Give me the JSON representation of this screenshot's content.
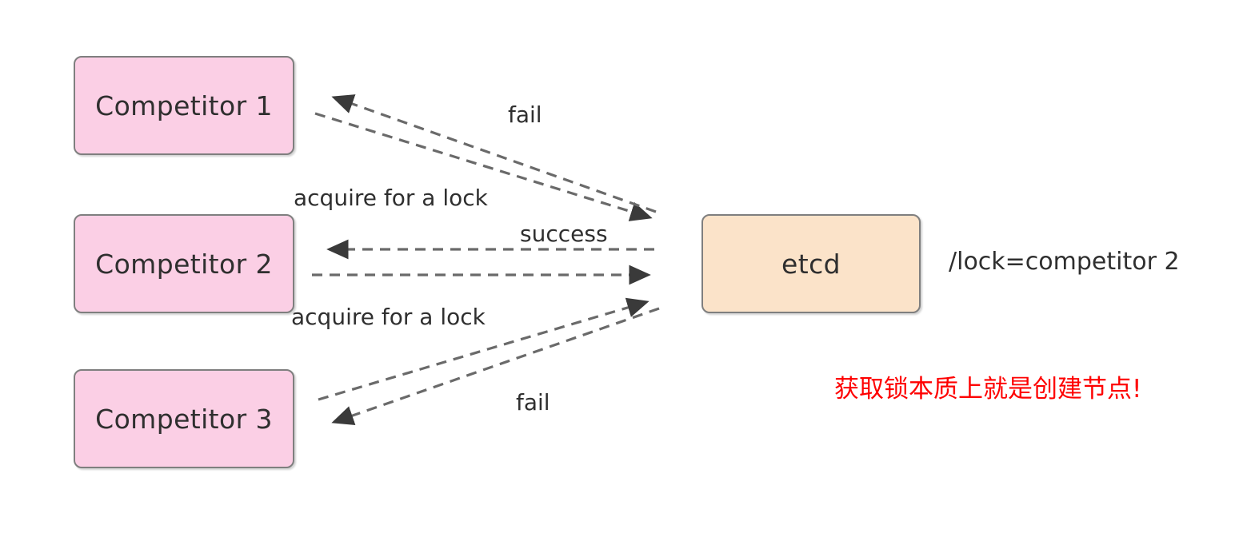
{
  "diagram": {
    "title": "etcd distributed lock acquisition",
    "background": "#ffffff",
    "nodes": [
      {
        "id": "competitor-1",
        "label": "Competitor 1",
        "fill": "#fbcfe5",
        "stroke": "#7f7f7f"
      },
      {
        "id": "competitor-2",
        "label": "Competitor 2",
        "fill": "#fbcfe5",
        "stroke": "#7f7f7f"
      },
      {
        "id": "competitor-3",
        "label": "Competitor 3",
        "fill": "#fbcfe5",
        "stroke": "#7f7f7f"
      },
      {
        "id": "etcd",
        "label": "etcd",
        "fill": "#fbe3c9",
        "stroke": "#7f7f7f"
      }
    ],
    "edges": [
      {
        "id": "c1-request",
        "from": "competitor-1",
        "to": "etcd",
        "label": "",
        "style": "dashed"
      },
      {
        "id": "c1-response",
        "from": "etcd",
        "to": "competitor-1",
        "label": "fail",
        "style": "dashed"
      },
      {
        "id": "c2-request",
        "from": "competitor-2",
        "to": "etcd",
        "label": "acquire for a lock",
        "style": "dashed"
      },
      {
        "id": "c2-response",
        "from": "etcd",
        "to": "competitor-2",
        "label": "success",
        "style": "dashed"
      },
      {
        "id": "c3-request",
        "from": "competitor-3",
        "to": "etcd",
        "label": "acquire for a lock",
        "style": "dashed"
      },
      {
        "id": "c3-response",
        "from": "etcd",
        "to": "competitor-3",
        "label": "fail",
        "style": "dashed"
      }
    ],
    "labels": {
      "fail_top": "fail",
      "fail_bottom": "fail",
      "acquire_top": "acquire for a lock",
      "acquire_bottom": "acquire for a lock",
      "success": "success",
      "lock_key": "/lock=competitor 2",
      "note_chinese": "获取锁本质上就是创建节点!"
    },
    "colors": {
      "competitor_fill": "#fbcfe5",
      "etcd_fill": "#fbe3c9",
      "node_stroke": "#7f7f7f",
      "arrow": "#3a3a3a",
      "text": "#2f2f2f",
      "note": "#fe0000"
    }
  }
}
